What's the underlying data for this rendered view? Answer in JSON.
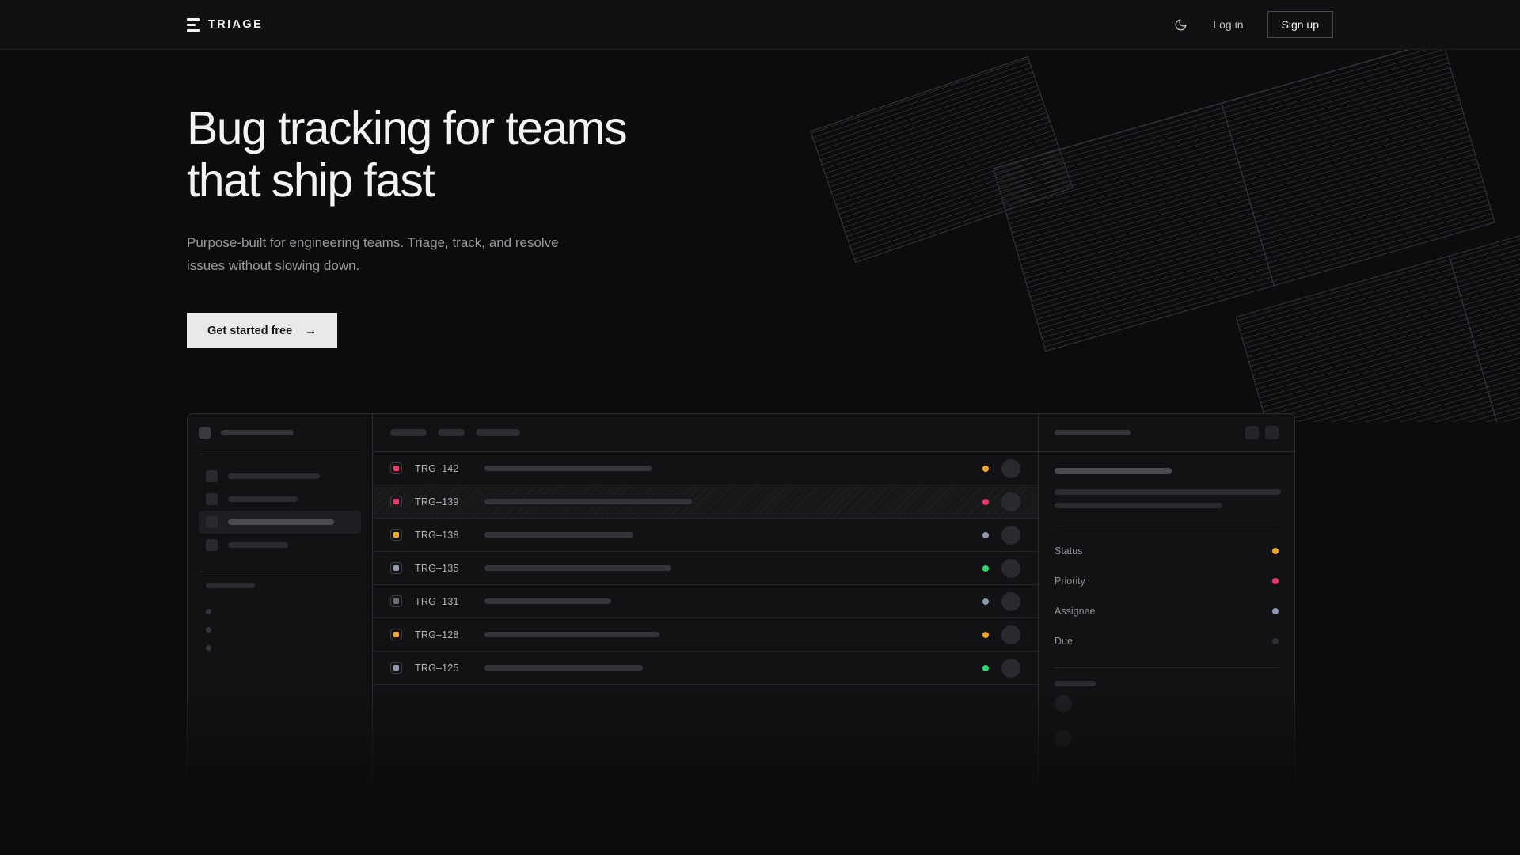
{
  "navbar": {
    "brand": "TRIAGE",
    "brand_icon": "triage-bars-logo",
    "theme_toggle_icon": "moon-icon",
    "login_label": "Log in",
    "signup_label": "Sign up"
  },
  "hero": {
    "title_line1": "Bug tracking for teams",
    "title_line2": "that ship fast",
    "subtitle": "Purpose-built for engineering teams. Triage, track, and resolve issues without slowing down.",
    "cta_label": "Get started free",
    "cta_arrow": "→"
  },
  "colors": {
    "page_bg": "#0c0c0e",
    "nav_bg": "#111113",
    "cta_bg": "#e9e9e9",
    "status_amber": "#f5a623",
    "status_pink": "#f0366b",
    "status_green": "#22dd6e",
    "status_steel": "#8c99ae",
    "status_gray": "#3a3a40",
    "border": "#2a2a2e"
  },
  "mockup": {
    "sidebar": {
      "workspace_placeholder": "",
      "nav_items": [
        {
          "active": false
        },
        {
          "active": false
        },
        {
          "active": true
        },
        {
          "active": false
        }
      ],
      "section_label_placeholder": "",
      "sub_items": [
        {},
        {},
        {}
      ]
    },
    "toolbar": {
      "chips": [
        {
          "width": 46
        },
        {
          "width": 34
        },
        {
          "width": 56
        }
      ]
    },
    "issues": [
      {
        "id": "TRG–142",
        "badge_color": "#f0366b",
        "title_width": 212,
        "status_color": "#f5a623",
        "selected": false
      },
      {
        "id": "TRG–139",
        "badge_color": "#f0366b",
        "title_width": 262,
        "status_color": "#f0366b",
        "selected": true
      },
      {
        "id": "TRG–138",
        "badge_color": "#f5a623",
        "title_width": 188,
        "status_color": "#8c99ae",
        "selected": false
      },
      {
        "id": "TRG–135",
        "badge_color": "#8c99ae",
        "title_width": 236,
        "status_color": "#22dd6e",
        "selected": false
      },
      {
        "id": "TRG–131",
        "badge_color": "#6b6b72",
        "title_width": 160,
        "status_color": "#8c99ae",
        "selected": false
      },
      {
        "id": "TRG–128",
        "badge_color": "#f5a623",
        "title_width": 221,
        "status_color": "#f5a623",
        "selected": false
      },
      {
        "id": "TRG–125",
        "badge_color": "#8c99ae",
        "title_width": 200,
        "status_color": "#22dd6e",
        "selected": false
      }
    ],
    "detail": {
      "header_title_placeholder": "",
      "header_buttons": [
        {},
        {}
      ],
      "meta": [
        {
          "label": "Status",
          "value_color": "#f5a623"
        },
        {
          "label": "Priority",
          "value_color": "#f0366b"
        },
        {
          "label": "Assignee",
          "value_color": "#8c99ae"
        },
        {
          "label": "Due",
          "value_color": "#2e2e33"
        }
      ],
      "activity_avatars": [
        {},
        {}
      ]
    }
  }
}
